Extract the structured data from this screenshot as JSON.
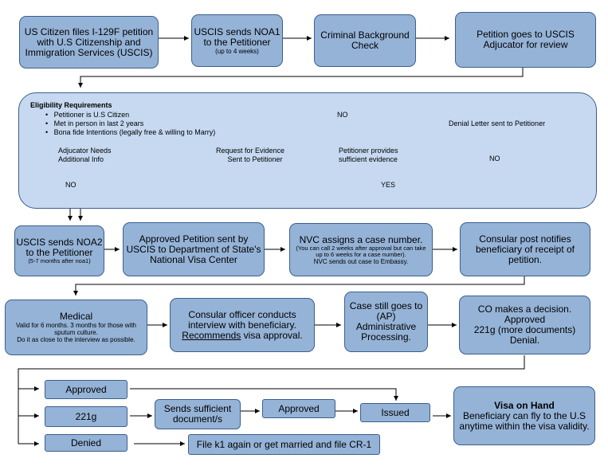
{
  "row1": {
    "b1": "US Citizen files I-129F petition with U.S Citizenship and Immigration Services (USCIS)",
    "b2_main": "USCIS sends NOA1 to the Petitioner",
    "b2_note": "(up to 4 weeks)",
    "b3": "Criminal Background Check",
    "b4": "Petition goes to USCIS Adjucator for review"
  },
  "eligibility": {
    "title": "Eligibility Requirements",
    "items": [
      "Petitioner is U.S Citizen",
      "Met in person in last 2 years",
      "Bona fide Intentions (legally free & willing to Marry)"
    ],
    "no_top": "NO",
    "denial": "Denial Letter sent to Petitioner",
    "adjudicator_line1": "Adjucator Needs",
    "adjudicator_line2": "Additional Info",
    "rfe_line1": "Request for Evidence",
    "rfe_line2": "Sent to Petitioner",
    "provides_line1": "Petitioner provides",
    "provides_line2": "sufficient evidence",
    "no_right": "NO",
    "no_left": "NO",
    "yes": "YES"
  },
  "row2": {
    "b1_main": "USCIS sends NOA2 to the Petitioner",
    "b1_note": "(5-7 months after noa1)",
    "b2": "Approved Petition sent by USCIS to Department of State's National Visa Center",
    "b3_main": "NVC assigns a case number.",
    "b3_note": "(You can call 2 weeks after approval but can take up to 6 weeks for a case number).",
    "b3_tail": "NVC sends out case to Embassy.",
    "b4": "Consular post notifies beneficiary of receipt of petition."
  },
  "row3": {
    "b1_title": "Medical",
    "b1_note": "Valid for 6 months. 3 months for those with sputum culture.",
    "b1_tail": "Do it as close to the interview as possible.",
    "b2_pre": "Consular officer conducts interview with beneficiary.",
    "b2_link": "Recommends",
    "b2_post": "visa approval.",
    "b3": "Case still goes to (AP) Administrative Processing.",
    "b4_l1": "CO makes a decision.",
    "b4_l2": "Approved",
    "b4_l3": "221g (more documents)",
    "b4_l4": "Denial."
  },
  "row4": {
    "approved": "Approved",
    "g221": "221g",
    "sends": "Sends sufficient document/s",
    "approved2": "Approved",
    "issued": "Issued",
    "denied": "Denied",
    "file_k1": "File k1 again or get married and file CR-1",
    "visa_title": "Visa on Hand",
    "visa_text": "Beneficiary can fly to the U.S anytime within the visa validity."
  }
}
